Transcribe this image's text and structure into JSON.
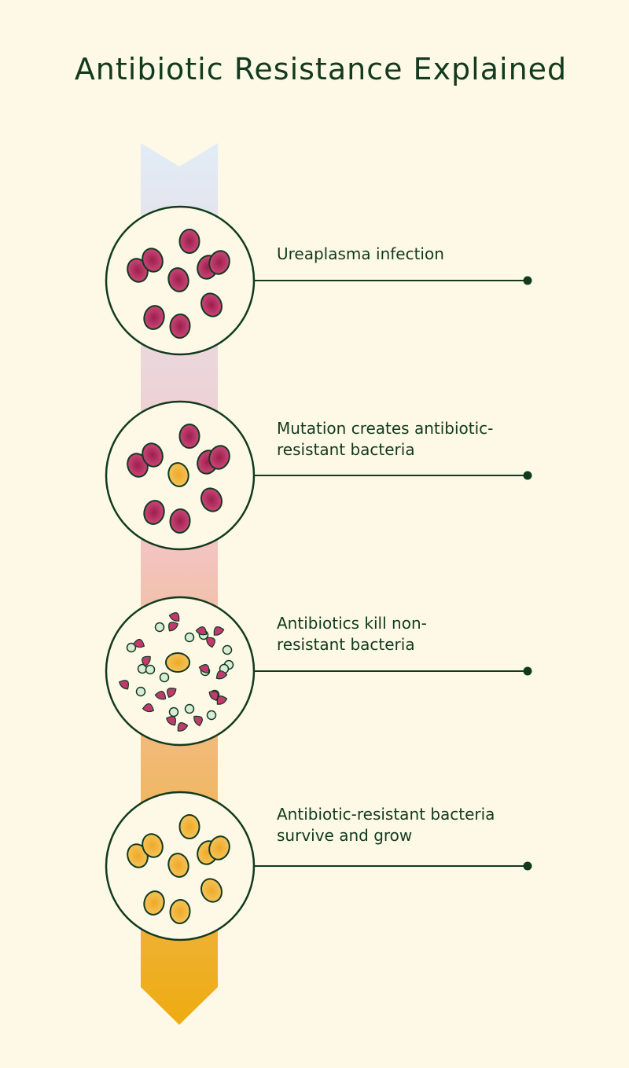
{
  "title": "Antibiotic Resistance Explained",
  "colors": {
    "background": "#fdf9e6",
    "text": "#123a1f",
    "outline": "#123a1f",
    "bacteria": "#c03a6e",
    "resistant": "#f2b53a",
    "antibiotic": "#d8ecd6",
    "arrow_top": "#e1ecf7",
    "arrow_mid": "#f3c4c4",
    "arrow_bottom": "#eeac10"
  },
  "steps": [
    {
      "label": "Ureaplasma infection",
      "state": "infection",
      "icon": "bacteria-circle"
    },
    {
      "label": "Mutation creates antibiotic-\nresistant bacteria",
      "state": "mutation",
      "icon": "mutation-circle"
    },
    {
      "label": "Antibiotics kill non-\nresistant bacteria",
      "state": "antibiotics",
      "icon": "antibiotic-attack-circle"
    },
    {
      "label": "Antibiotic-resistant bacteria\nsurvive and grow",
      "state": "resistant",
      "icon": "resistant-bacteria-circle"
    }
  ]
}
